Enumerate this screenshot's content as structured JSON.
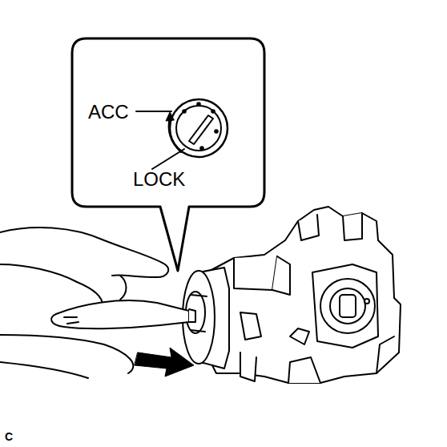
{
  "diagram": {
    "labels": [
      "ACC",
      "LOCK",
      "C"
    ]
  }
}
